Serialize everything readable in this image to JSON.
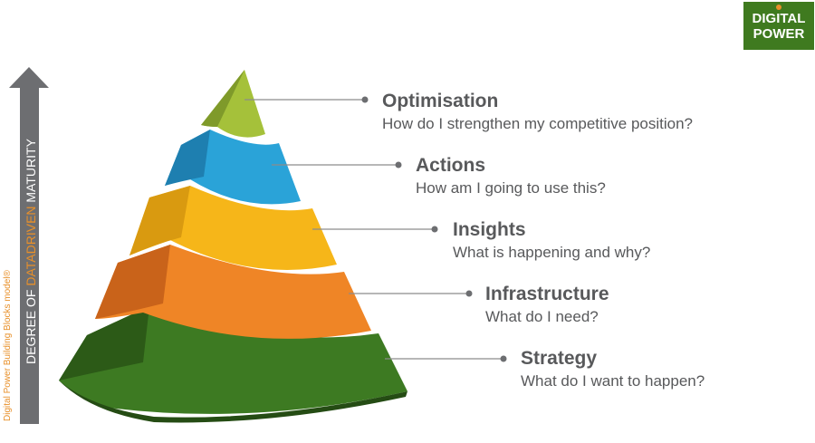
{
  "logo": {
    "line1": "DIGITAL",
    "line2": "POWER"
  },
  "axis": {
    "prefix": "DEGREE OF ",
    "highlight": "DATADRIVEN",
    "suffix": " MATURITY"
  },
  "model_caption": "Digital Power Building Blocks model®",
  "levels": [
    {
      "title": "Optimisation",
      "question": "How do I strengthen my competitive position?",
      "color": "#a5c13a"
    },
    {
      "title": "Actions",
      "question": "How am I going to use this?",
      "color": "#2aa3d8"
    },
    {
      "title": "Insights",
      "question": "What is happening and why?",
      "color": "#f6b619"
    },
    {
      "title": "Infrastructure",
      "question": "What do I need?",
      "color": "#ef8526"
    },
    {
      "title": "Strategy",
      "question": "What do I want to happen?",
      "color": "#3d7a22"
    }
  ]
}
